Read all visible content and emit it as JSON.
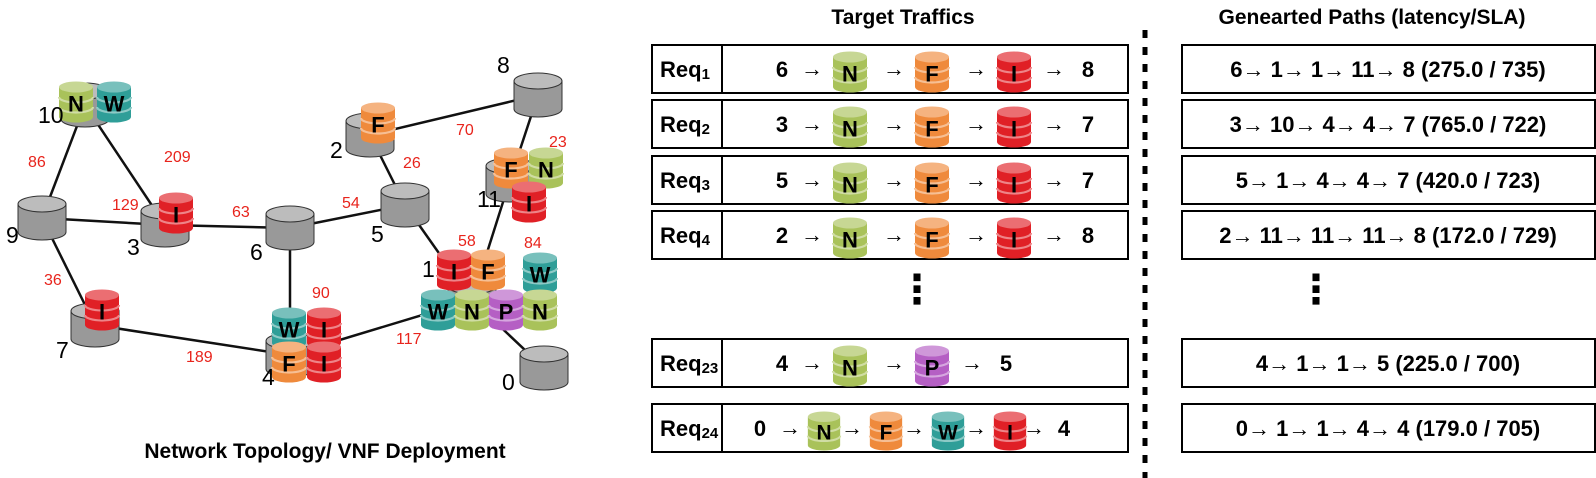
{
  "headers": {
    "topology": "Network Topology/ VNF Deployment",
    "traffics": "Target Traffics",
    "paths": "Genearted Paths (latency/SLA)"
  },
  "colors": {
    "N": "#a9c25a",
    "F": "#ef8a3c",
    "I": "#e02026",
    "W": "#2f9e98",
    "P": "#b55fc4",
    "node": "#a6a6a6",
    "edge_label": "#e8241c",
    "divider": "#000000"
  },
  "topology": {
    "nodes": [
      "0",
      "1",
      "2",
      "3",
      "4",
      "5",
      "6",
      "7",
      "8",
      "9",
      "10",
      "11"
    ],
    "edges": [
      {
        "from": "10",
        "to": "9",
        "latency": "86"
      },
      {
        "from": "10",
        "to": "3",
        "latency": "209"
      },
      {
        "from": "9",
        "to": "3",
        "latency": "129"
      },
      {
        "from": "9",
        "to": "7",
        "latency": "36"
      },
      {
        "from": "3",
        "to": "6",
        "latency": "63"
      },
      {
        "from": "6",
        "to": "5",
        "latency": "54"
      },
      {
        "from": "6",
        "to": "4",
        "latency": "90"
      },
      {
        "from": "7",
        "to": "4",
        "latency": "189"
      },
      {
        "from": "2",
        "to": "8",
        "latency": "70"
      },
      {
        "from": "2",
        "to": "5",
        "latency": "26"
      },
      {
        "from": "8",
        "to": "11",
        "latency": "23"
      },
      {
        "from": "5",
        "to": "1",
        "latency": "58"
      },
      {
        "from": "11",
        "to": "1",
        "latency": "84"
      },
      {
        "from": "4",
        "to": "1",
        "latency": "117"
      },
      {
        "from": "1",
        "to": "0",
        "latency": ""
      }
    ],
    "vnf_deployment": [
      {
        "node": "10",
        "vnfs": [
          "N",
          "W"
        ]
      },
      {
        "node": "3",
        "vnfs": [
          "I"
        ]
      },
      {
        "node": "7",
        "vnfs": [
          "I"
        ]
      },
      {
        "node": "2",
        "vnfs": [
          "F"
        ]
      },
      {
        "node": "11",
        "vnfs": [
          "F",
          "N",
          "I"
        ]
      },
      {
        "node": "1",
        "vnfs": [
          "I",
          "F",
          "W",
          "N",
          "P",
          "W",
          "N"
        ]
      },
      {
        "node": "4",
        "vnfs": [
          "W",
          "I",
          "F",
          "I"
        ]
      }
    ]
  },
  "requests": [
    {
      "req": "Req",
      "sub": "1",
      "src": "6",
      "chain": [
        "N",
        "F",
        "I"
      ],
      "dst": "8",
      "path": "6→ 1→ 1→ 11→ 8 (275.0 / 735)"
    },
    {
      "req": "Req",
      "sub": "2",
      "src": "3",
      "chain": [
        "N",
        "F",
        "I"
      ],
      "dst": "7",
      "path": "3→ 10→ 4→ 4→ 7 (765.0 / 722)"
    },
    {
      "req": "Req",
      "sub": "3",
      "src": "5",
      "chain": [
        "N",
        "F",
        "I"
      ],
      "dst": "7",
      "path": "5→ 1→ 4→ 4→ 7  (420.0 / 723)"
    },
    {
      "req": "Req",
      "sub": "4",
      "src": "2",
      "chain": [
        "N",
        "F",
        "I"
      ],
      "dst": "8",
      "path": "2→ 11→ 11→ 11→ 8  (172.0 / 729)"
    },
    {
      "req": "Req",
      "sub": "23",
      "src": "4",
      "chain": [
        "N",
        "P"
      ],
      "dst": "5",
      "path": "4→ 1→ 1→ 5 (225.0 / 700)"
    },
    {
      "req": "Req",
      "sub": "24",
      "src": "0",
      "chain": [
        "N",
        "F",
        "W",
        "I"
      ],
      "dst": "4",
      "path": "0→ 1→ 1→ 4→ 4 (179.0 / 705)"
    }
  ],
  "ellipsis": "⋮"
}
